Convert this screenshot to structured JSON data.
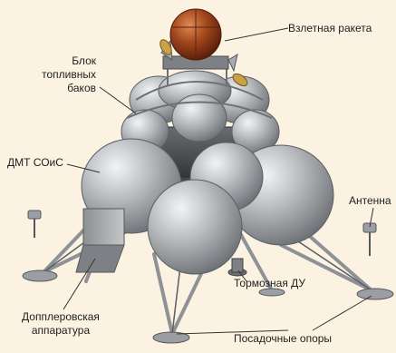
{
  "labels": {
    "takeoff_rocket": "Взлетная ракета",
    "fuel_tanks_block": [
      "Блок",
      "топливных",
      "баков"
    ],
    "dmt_sois": "ДМТ СОиС",
    "antenna": "Антенна",
    "brake_engine": "Тормозная ДУ",
    "doppler_apparatus": [
      "Допплеровская",
      "аппаратура"
    ],
    "landing_legs": "Посадочные опоры"
  },
  "colors": {
    "background": "#fbf2e2",
    "tank": "#b9bcbf",
    "sphere": "#8a3516",
    "frame": "#5b5e62",
    "leader_line": "#333333"
  }
}
